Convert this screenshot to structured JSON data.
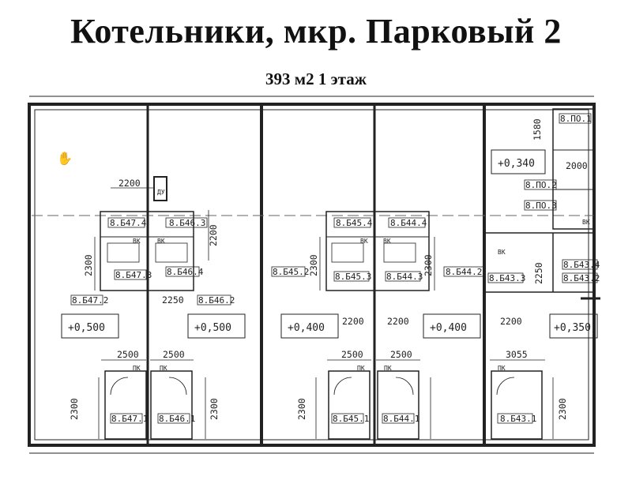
{
  "header": {
    "title": "Котельники, мкр. Парковый 2",
    "subtitle": "393 м2 1 этаж"
  },
  "plan": {
    "dims": {
      "d2200_top": "2200",
      "d2200_v": "2200",
      "d2300_a": "2300",
      "d2250_a": "2250",
      "d2300_b": "2300",
      "d2300_c": "2300",
      "d2200_b": "2200",
      "d2200_c": "2200",
      "d2200_d": "2200",
      "d2250_b": "2250",
      "d1580": "1580",
      "d2000": "2000",
      "d2500_a": "2500",
      "d2500_b": "2500",
      "d2500_c": "2500",
      "d2500_d": "2500",
      "d3055": "3055",
      "d2300_bl": "2300",
      "d2300_bm": "2300",
      "d2300_bn": "2300",
      "d2300_br": "2300"
    },
    "levels": {
      "l1": "+0,500",
      "l2": "+0,500",
      "l3": "+0,400",
      "l4": "+0,400",
      "l5": "+0,350",
      "l6": "+0,340"
    },
    "rooms": {
      "r1": "8.Б47.4",
      "r2": "8.Б46.3",
      "r3": "8.Б47.3",
      "r4": "8.Б46.4",
      "r5": "8.Б47.2",
      "r6": "8.Б46.2",
      "r7": "8.Б45.4",
      "r8": "8.Б44.4",
      "r9": "8.Б45.2",
      "r10": "8.Б45.3",
      "r11": "8.Б44.3",
      "r12": "8.Б44.2",
      "r13": "8.Б43.3",
      "r14": "8.Б43.2",
      "r15": "8.Б43.4",
      "r16": "8.ПО.1",
      "r17": "8.ПО.2",
      "r18": "8.ПО.3",
      "b1": "8.Б47.1",
      "b2": "8.Б46.1",
      "b3": "8.Б45.1",
      "b4": "8.Б44.1",
      "b5": "8.Б43.1"
    },
    "marks": {
      "du": "ДУ",
      "vk": "ВК",
      "pk": "ПК"
    }
  }
}
